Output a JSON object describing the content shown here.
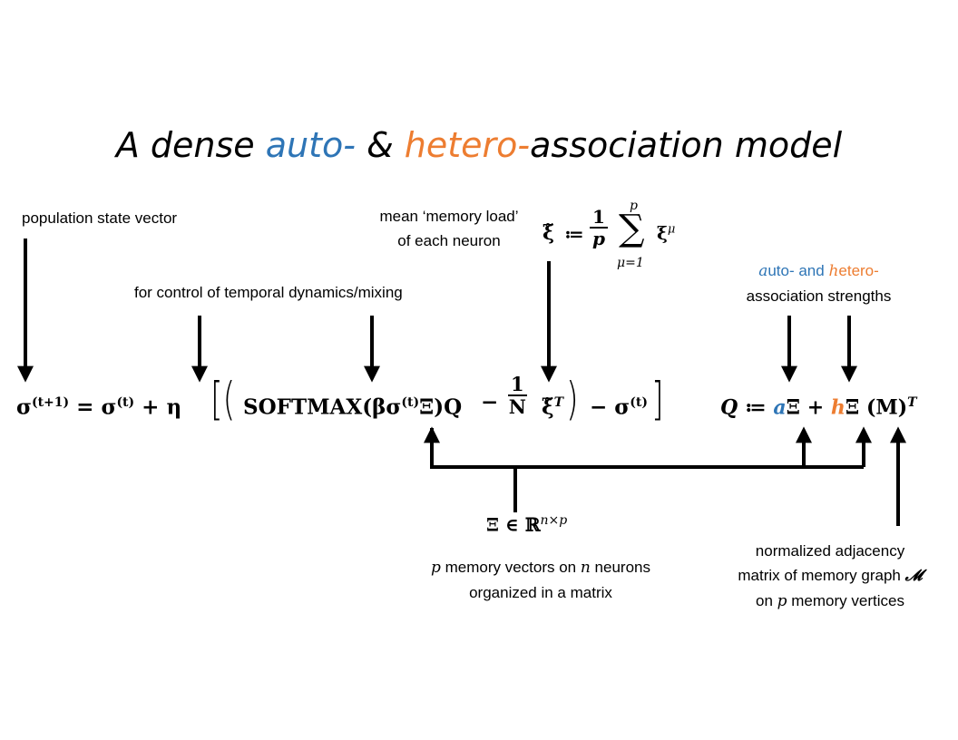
{
  "title": {
    "prefix": "A dense ",
    "auto": "auto-",
    "middle": " & ",
    "hetero": "hetero-",
    "suffix": "association model"
  },
  "colors": {
    "auto": "#2e75b6",
    "hetero": "#ed7d31",
    "ink": "#000000"
  },
  "labels": {
    "population_state": "population state vector",
    "temporal": "for control of temporal dynamics/mixing",
    "memory_load_line1": "mean ‘memory load’",
    "memory_load_line2": "of each neuron",
    "strengths_auto_sym": "a",
    "strengths_auto_word": "uto- and ",
    "strengths_hetero_sym": "h",
    "strengths_hetero_word": "etero-",
    "strengths_line2": "association strengths",
    "memories_p": "p",
    "memories_mid": " memory vectors on ",
    "memories_n": "n",
    "memories_end": " neurons",
    "memories_line2": "organized in a matrix",
    "adjacency_line1": "normalized adjacency",
    "adjacency_line2_text": "matrix of memory graph ",
    "adjacency_line2_sym": "𝓜",
    "adjacency_line3_pre": "on ",
    "adjacency_line3_p": "p",
    "adjacency_line3_post": " memory vertices"
  },
  "equations": {
    "xi_def": {
      "lhs": "ξ̃",
      "assign": "≔",
      "frac_num": "1",
      "frac_den": "p",
      "sum": "∑",
      "sum_upper": "p",
      "sum_lower": "μ=1",
      "term": "ξ",
      "term_sup": "μ"
    },
    "main": {
      "lhs": "σ",
      "lhs_sup": "(t+1)",
      "equals": "=",
      "sigma": "σ",
      "sigma_sup": "(t)",
      "plus_eta": "+ η",
      "open": "[(",
      "softmax": "SOFTMAX(βσ",
      "softmax_sup": "(t)",
      "softmax_tail": "Ξ)Q",
      "minus": "−",
      "frac_num": "1",
      "frac_den": "N",
      "xi": "ξ̃",
      "xi_sup": "T",
      "close_paren": ")",
      "minus_sigma": "− σ",
      "minus_sigma_sup": "(t)",
      "close": "]"
    },
    "q_def": {
      "lhs": "Q",
      "assign": "≔",
      "a": "a",
      "xi1": "Ξ + ",
      "h": "h",
      "xi2": "Ξ (M)",
      "sup": "T"
    },
    "xi_space": {
      "xi": "Ξ",
      "in": "∈",
      "space": "ℝ",
      "sup": "n×p"
    }
  }
}
